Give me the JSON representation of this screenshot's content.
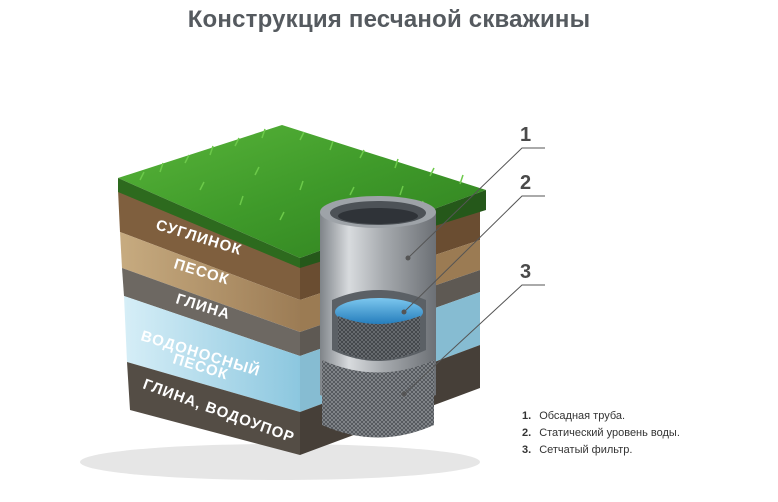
{
  "title": "Конструкция песчаной скважины",
  "layers": [
    {
      "label": "СУГЛИНОК"
    },
    {
      "label": "ПЕСОК"
    },
    {
      "label": "ГЛИНА"
    },
    {
      "label_line1": "ВОДОНОСНЫЙ",
      "label_line2": "ПЕСОК"
    },
    {
      "label": "ГЛИНА, ВОДОУПОР"
    }
  ],
  "callouts": [
    "1",
    "2",
    "3"
  ],
  "legend": [
    {
      "num": "1.",
      "text": "Обсадная труба."
    },
    {
      "num": "2.",
      "text": "Статический уровень воды."
    },
    {
      "num": "3.",
      "text": "Сетчатый фильтр."
    }
  ],
  "colors": {
    "grass": "#3f9a2a",
    "loam": "#8a6a48",
    "sand": "#b89a70",
    "clay": "#6f6a63",
    "aquifer": "#a8d6e8",
    "water": "#3f9fd6",
    "pipe": "#a9adb1"
  }
}
